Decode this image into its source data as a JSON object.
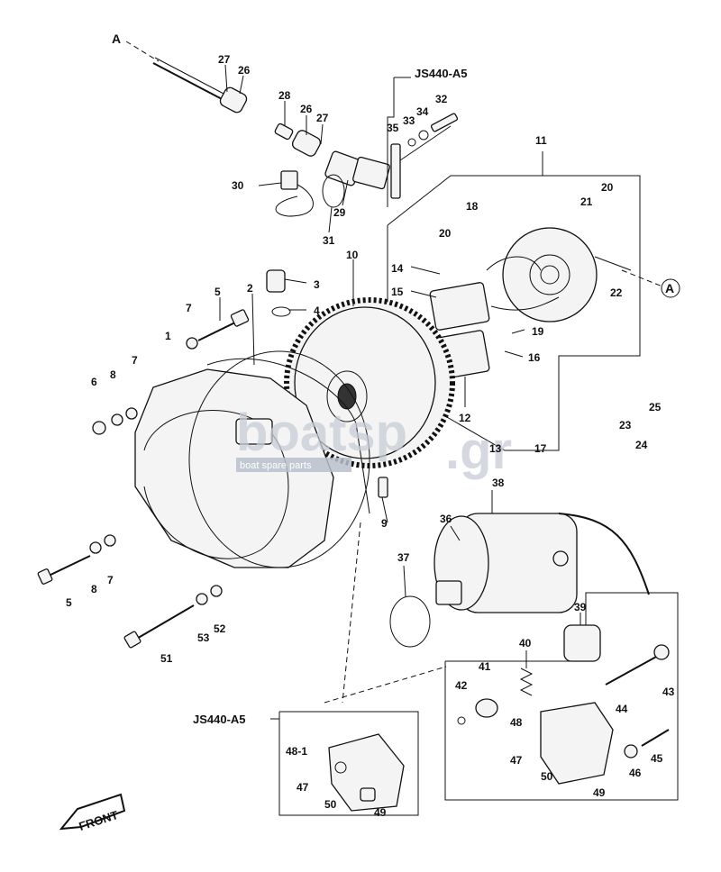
{
  "diagram": {
    "ref_a_top": "A",
    "ref_a_right": "A",
    "variant_top": "JS440-A5",
    "variant_bottom": "JS440-A5",
    "front_label": "FRONT"
  },
  "watermark": {
    "main": "boatsp",
    "suffix": ".gr",
    "tagline": "boat spare parts"
  },
  "callouts": [
    "27",
    "26",
    "28",
    "26",
    "27",
    "32",
    "34",
    "33",
    "35",
    "11",
    "30",
    "29",
    "31",
    "18",
    "20",
    "21",
    "20",
    "10",
    "5",
    "2",
    "3",
    "4",
    "14",
    "15",
    "22",
    "19",
    "7",
    "1",
    "16",
    "8",
    "7",
    "6",
    "12",
    "23",
    "25",
    "24",
    "13",
    "17",
    "9",
    "38",
    "36",
    "5",
    "8",
    "7",
    "37",
    "39",
    "40",
    "42",
    "41",
    "43",
    "44",
    "48",
    "45",
    "51",
    "53",
    "52",
    "47",
    "46",
    "50",
    "49",
    "48-1",
    "47",
    "50",
    "49"
  ]
}
